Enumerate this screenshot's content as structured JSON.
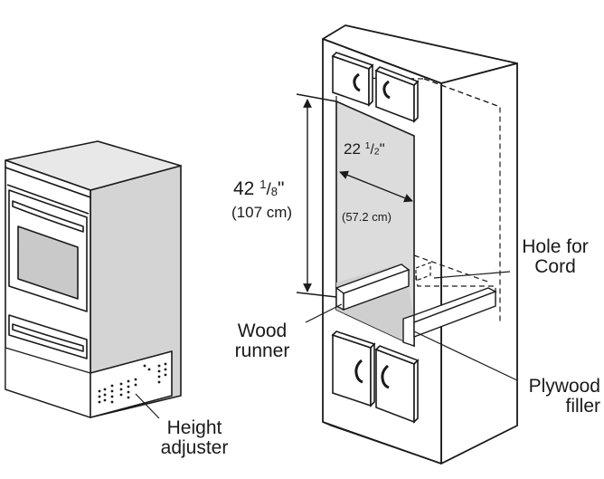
{
  "labels": {
    "height_whole": "42",
    "height_num": "1",
    "height_den": "8",
    "height_metric": "(107 cm)",
    "width_whole": "22",
    "width_num": "1",
    "width_den": "2",
    "width_metric": "(57.2 cm)",
    "hole_line1": "Hole for",
    "hole_line2": "Cord",
    "wood_line1": "Wood",
    "wood_line2": "runner",
    "plywood_line1": "Plywood",
    "plywood_line2": "filler",
    "height_adj_line1": "Height",
    "height_adj_line2": "adjuster"
  },
  "colors": {
    "ink": "#1a1a1a",
    "oven_side": "#d4d4d4",
    "oven_top": "#e8e8e8",
    "oven_window": "#c9c9c9",
    "cabinet_opening": "#dcdcdc",
    "floor": "#cfcfcf"
  }
}
